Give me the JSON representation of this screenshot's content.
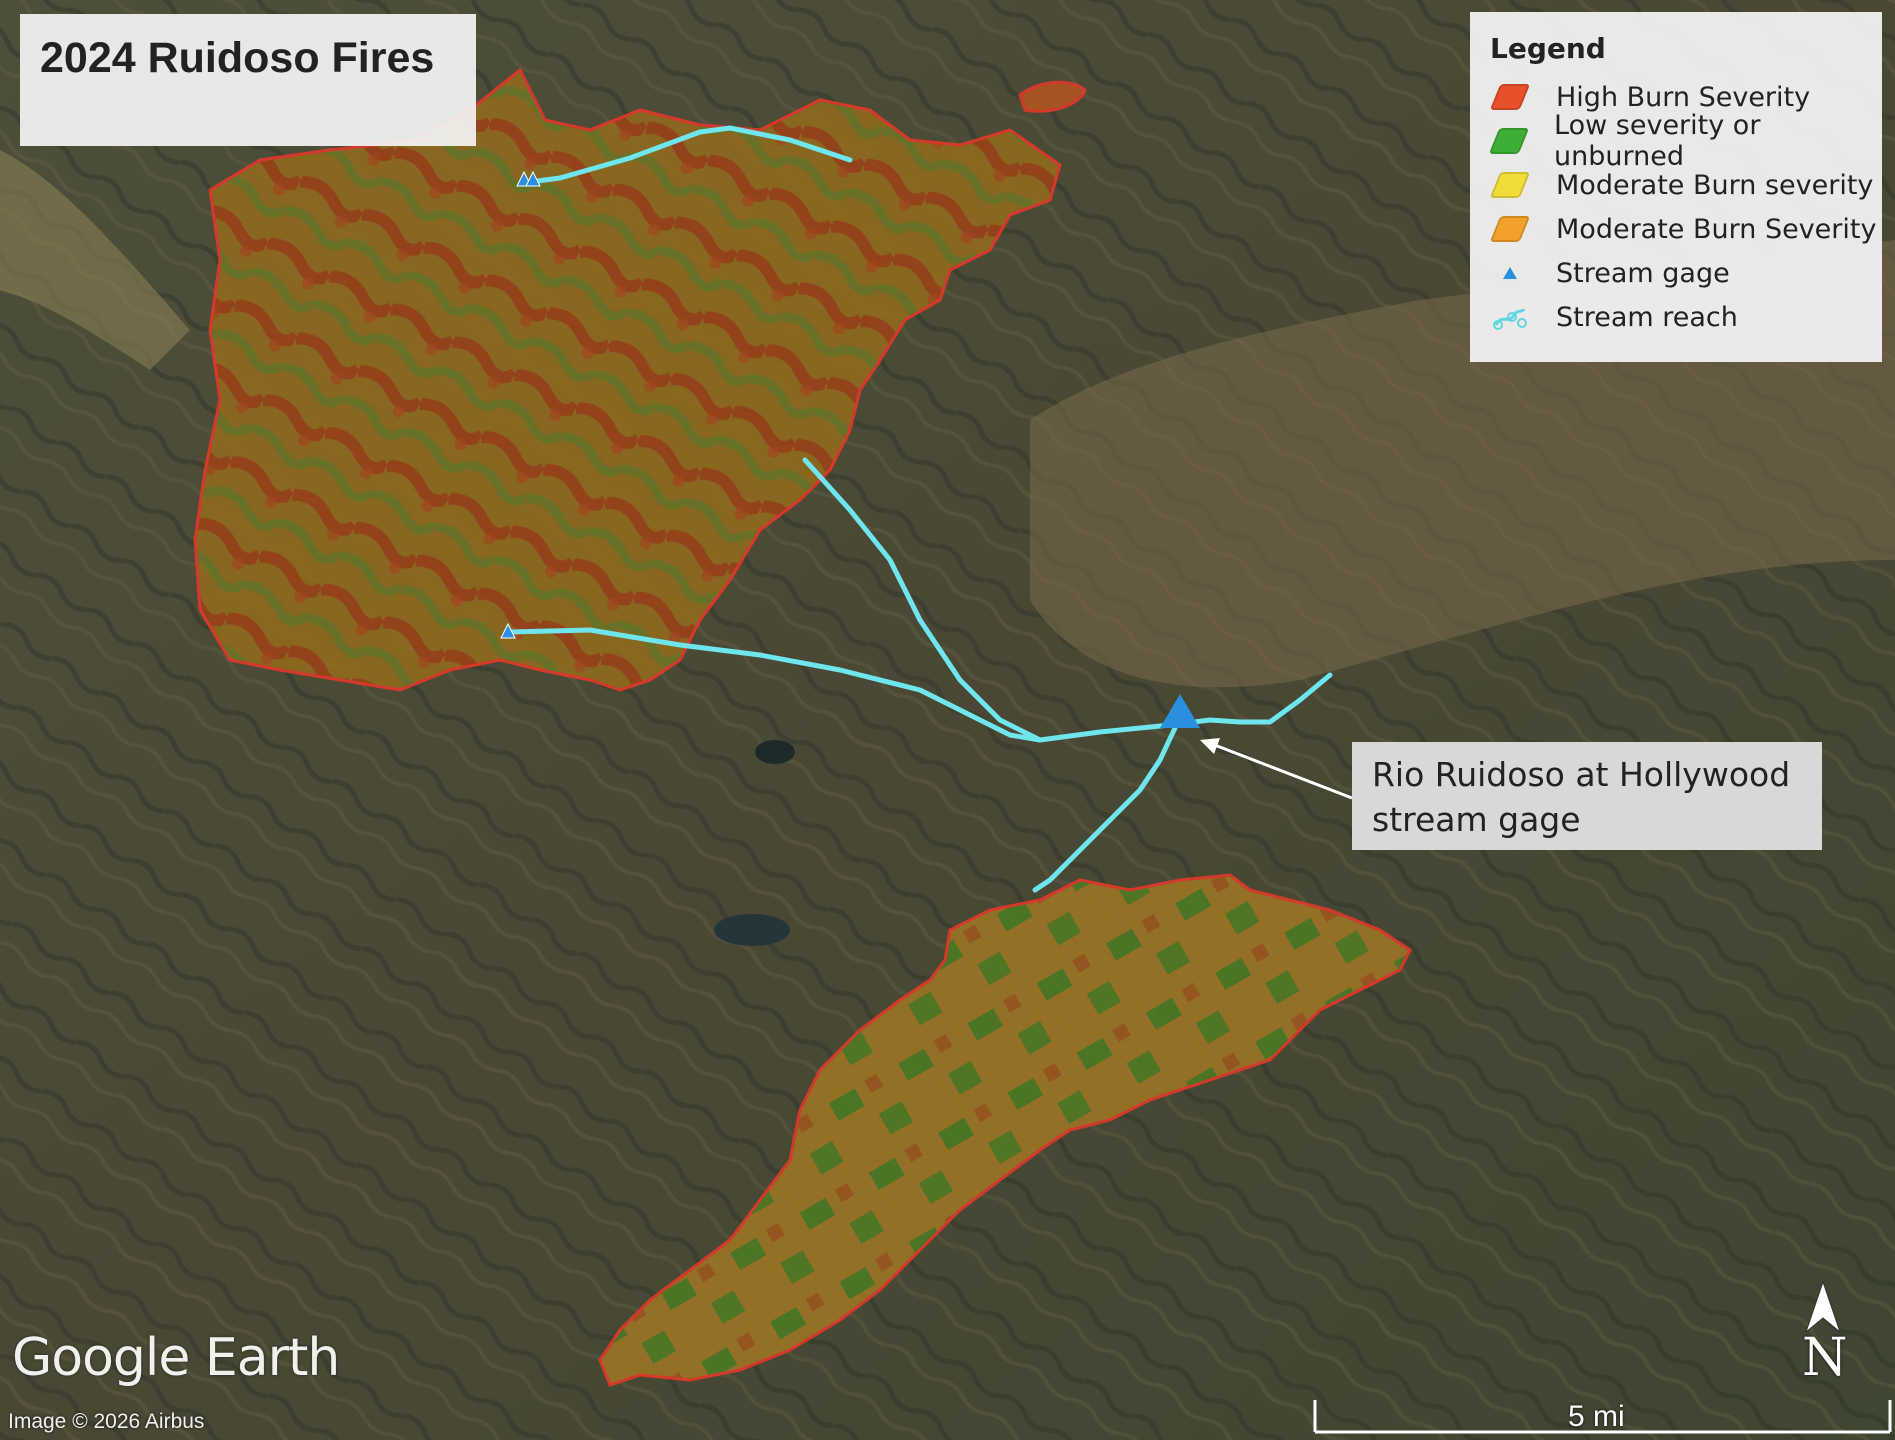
{
  "title": "2024 Ruidoso Fires",
  "legend": {
    "title": "Legend",
    "items": [
      {
        "label": "High Burn Severity",
        "symbol": "polygon",
        "color": "#e8502a"
      },
      {
        "label": "Low severity or unburned",
        "symbol": "polygon",
        "color": "#3fae36"
      },
      {
        "label": "Moderate Burn severity",
        "symbol": "polygon",
        "color": "#f2dc3a"
      },
      {
        "label": "Moderate Burn Severity",
        "symbol": "polygon",
        "color": "#f2a12a"
      },
      {
        "label": "Stream gage",
        "symbol": "triangle",
        "color": "#2b8fe0"
      },
      {
        "label": "Stream reach",
        "symbol": "line",
        "color": "#5fe0e8"
      }
    ]
  },
  "callout": {
    "line1": "Rio Ruidoso at Hollywood",
    "line2": "stream gage"
  },
  "map": {
    "provider_logo": "Google Earth",
    "imagery_credit": "Image © 2026 Airbus",
    "scale_bar_label": "5 mi",
    "north_arrow_label": "N",
    "colors": {
      "terrain": "#4a4c36",
      "fire_perimeter": "#e0382a",
      "stream": "#6fe6ee",
      "gage": "#2b8fe0"
    }
  }
}
